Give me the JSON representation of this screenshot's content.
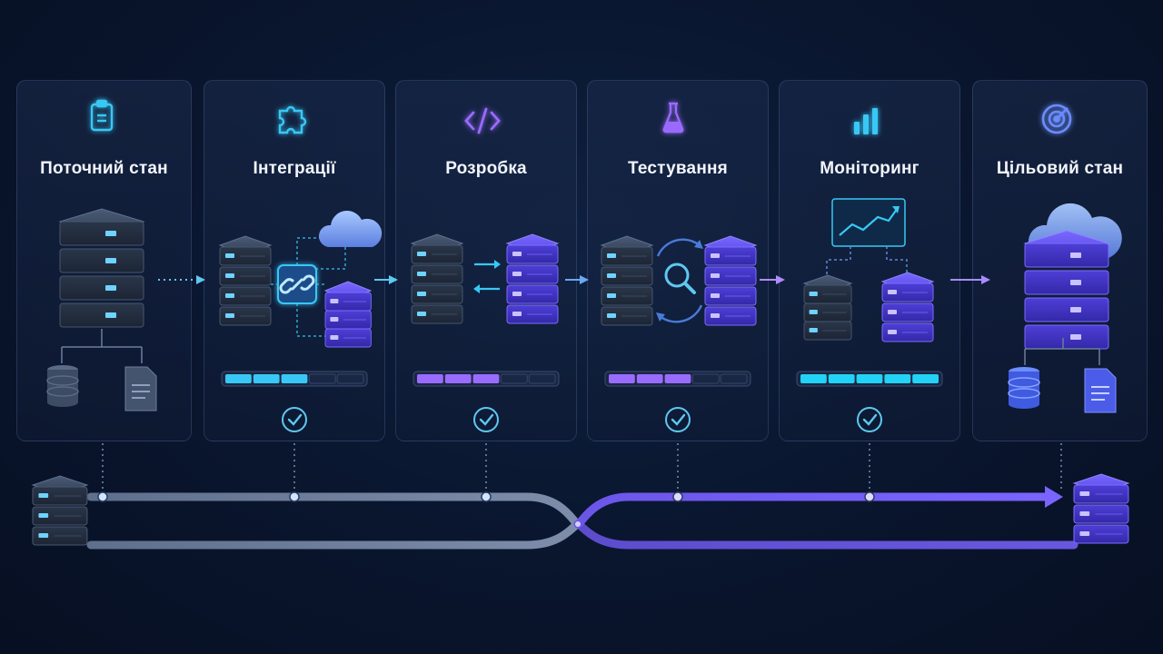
{
  "stages": [
    {
      "id": "current",
      "title": "Поточний стан",
      "icon": "clipboard-icon",
      "progress": null,
      "done": false
    },
    {
      "id": "integration",
      "title": "Інтеграції",
      "icon": "puzzle-icon",
      "progress": 0.5,
      "done": true
    },
    {
      "id": "development",
      "title": "Розробка",
      "icon": "code-icon",
      "progress": 0.6,
      "done": true
    },
    {
      "id": "testing",
      "title": "Тестування",
      "icon": "flask-icon",
      "progress": 0.6,
      "done": true
    },
    {
      "id": "monitoring",
      "title": "Моніторинг",
      "icon": "bar-chart-icon",
      "progress": 1.0,
      "done": true
    },
    {
      "id": "target",
      "title": "Цільовий стан",
      "icon": "target-icon",
      "progress": null,
      "done": false
    }
  ],
  "colors": {
    "cyan": "#38c8f5",
    "purple": "#8a5cf6",
    "server_dark": "#2c3a50",
    "server_purple": "#4a3fd0",
    "check": "#5ec8f0",
    "track_gray": "#5d6f8f",
    "track_purple": "#6a52e6"
  }
}
